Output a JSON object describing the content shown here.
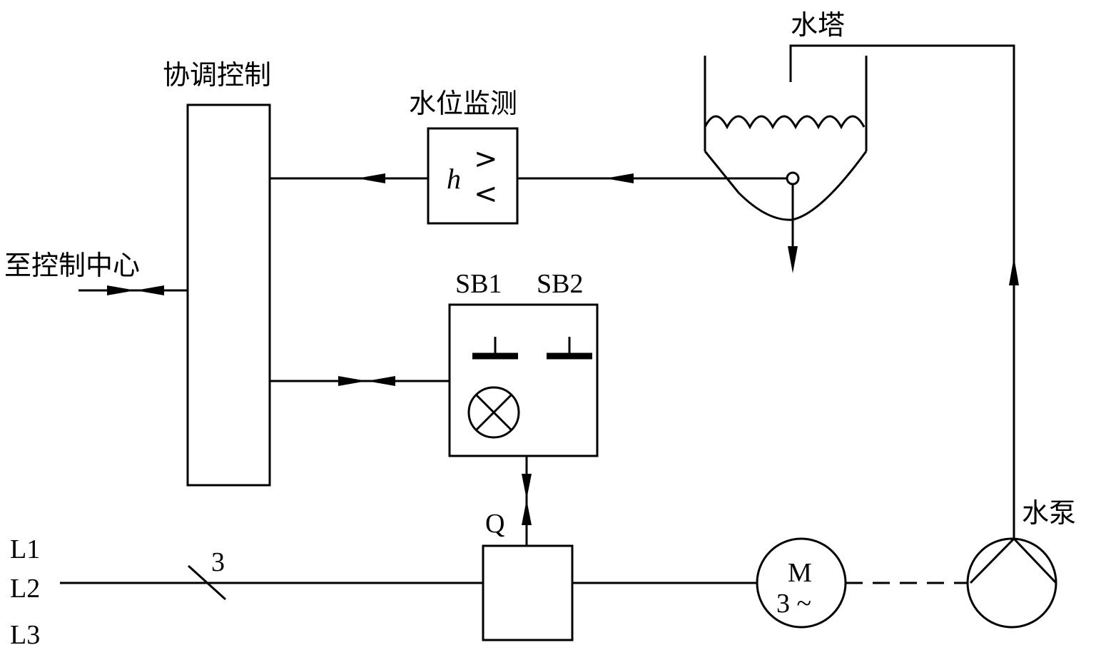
{
  "labels": {
    "coordination_control": "协调控制",
    "water_level_monitor": "水位监测",
    "water_tower": "水塔",
    "to_control_center": "至控制中心",
    "sb1": "SB1",
    "sb2": "SB2",
    "q": "Q",
    "water_pump": "水泵",
    "l1": "L1",
    "l2": "L2",
    "l3": "L3",
    "phase_count": "3",
    "level_symbol": "h",
    "greater_symbol": ">",
    "less_symbol": "<",
    "motor_m": "M",
    "motor_phase": "3 ~"
  }
}
